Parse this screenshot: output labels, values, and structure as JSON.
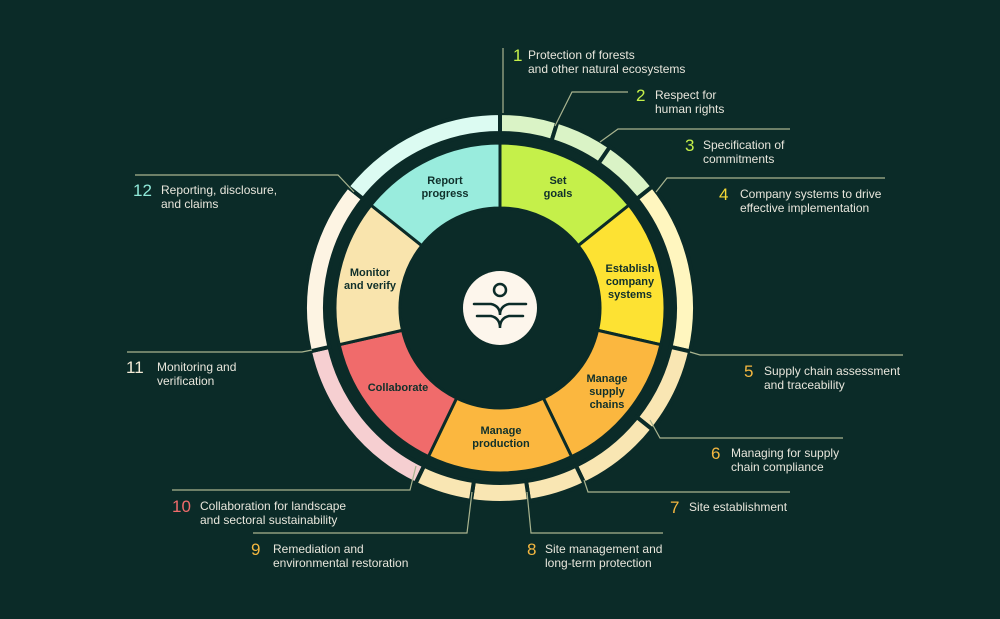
{
  "colors": {
    "background": "#0b2b28"
  },
  "inner_segments": [
    {
      "lines": [
        "Set",
        "goals"
      ],
      "color": "#c5f04a",
      "outer_color": "#daf3c6"
    },
    {
      "lines": [
        "Establish",
        "company",
        "systems"
      ],
      "color": "#fde233",
      "outer_color": "#fff6bf"
    },
    {
      "lines": [
        "Manage",
        "supply",
        "chains"
      ],
      "color": "#fbb73f",
      "outer_color": "#f9e6b3"
    },
    {
      "lines": [
        "Manage",
        "production"
      ],
      "color": "#fbb73f",
      "outer_color": "#f9e6b3"
    },
    {
      "lines": [
        "Collaborate"
      ],
      "color": "#f06b6b",
      "outer_color": "#f6cfd1"
    },
    {
      "lines": [
        "Monitor",
        "and verify"
      ],
      "color": "#f9e4ad",
      "outer_color": "#fdf4e3"
    },
    {
      "lines": [
        "Report",
        "progress"
      ],
      "color": "#99ecdd",
      "outer_color": "#dcfbf2"
    }
  ],
  "items": [
    {
      "num": "1",
      "segment": 0,
      "line1": "Protection of forests",
      "line2": "and other natural ecosystems",
      "color": "#c5f04a"
    },
    {
      "num": "2",
      "segment": 0,
      "line1": "Respect for",
      "line2": "human rights",
      "color": "#c5f04a"
    },
    {
      "num": "3",
      "segment": 0,
      "line1": "Specification of",
      "line2": "commitments",
      "color": "#c5f04a"
    },
    {
      "num": "4",
      "segment": 1,
      "line1": "Company systems to drive",
      "line2": "effective implementation",
      "color": "#f5d936"
    },
    {
      "num": "5",
      "segment": 2,
      "line1": "Supply chain assessment",
      "line2": "and traceability",
      "color": "#f4b740"
    },
    {
      "num": "6",
      "segment": 2,
      "line1": "Managing for supply",
      "line2": "chain compliance",
      "color": "#f4b740"
    },
    {
      "num": "7",
      "segment": 3,
      "line1": "Site establishment",
      "line2": "",
      "color": "#f4b740"
    },
    {
      "num": "8",
      "segment": 3,
      "line1": "Site management and",
      "line2": "long-term protection",
      "color": "#f4b740"
    },
    {
      "num": "9",
      "segment": 3,
      "line1": "Remediation and",
      "line2": "environmental restoration",
      "color": "#f4b740"
    },
    {
      "num": "10",
      "segment": 4,
      "line1": "Collaboration for landscape",
      "line2": "and sectoral sustainability",
      "color": "#f06b6b"
    },
    {
      "num": "11",
      "segment": 5,
      "line1": "Monitoring and",
      "line2": "verification",
      "color": "#f3ead6"
    },
    {
      "num": "12",
      "segment": 6,
      "line1": "Reporting, disclosure,",
      "line2": "and claims",
      "color": "#8fe8d8"
    }
  ],
  "center_icon": "person-book-logo-icon"
}
